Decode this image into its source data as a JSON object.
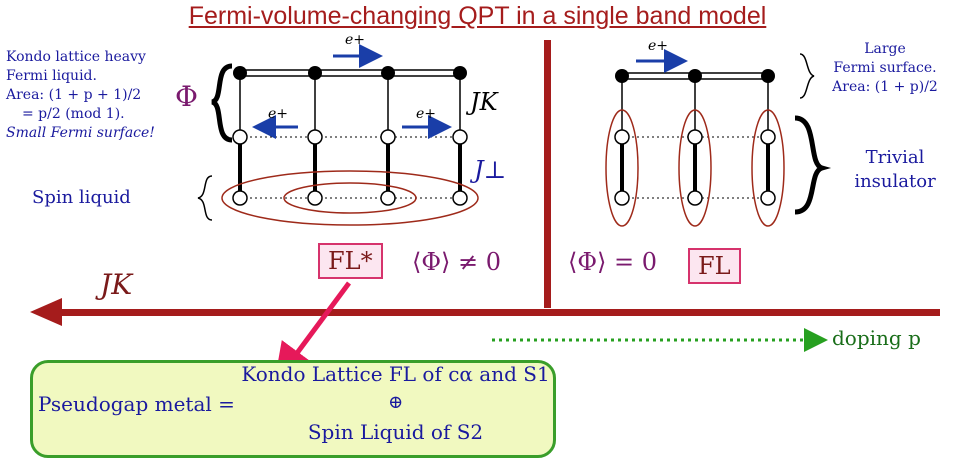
{
  "title": "Fermi-volume-changing QPT in a single band model",
  "left_panel": {
    "description": [
      "Kondo lattice heavy",
      "Fermi liquid.",
      "Area: (1 + p + 1)/2",
      "= p/2 (mod 1).",
      "Small Fermi surface!"
    ],
    "phi_label": "Φ",
    "e_plus_label": "e+",
    "jk_label": "JK",
    "jperp_label": "J⊥",
    "spin_liquid": "Spin liquid",
    "fl_star_box": "FL*",
    "phi_nonzero": "⟨Φ⟩ ≠ 0"
  },
  "right_panel": {
    "large_fs": [
      "Large",
      "Fermi surface.",
      "Area: (1 + p)/2"
    ],
    "trivial_insulator": [
      "Trivial",
      "insulator"
    ],
    "e_plus_label": "e+",
    "phi_zero": "⟨Φ⟩ = 0",
    "fl_box": "FL"
  },
  "axis": {
    "jk_axis_label": "JK",
    "doping_label": "doping p"
  },
  "pseudogap": {
    "lhs": "Pseudogap metal =",
    "line1": "Kondo Lattice FL of cα and S1",
    "oplus": "⊕",
    "line2": "Spin Liquid of S2"
  },
  "colors": {
    "title": "#a51c1c",
    "divider": "#a51c1c",
    "blue_text": "#1a1a9e",
    "purple_text": "#7a1a6e",
    "green_text": "#1a6e1a",
    "box_border": "#d6336c",
    "box_fill": "#fce6f0",
    "pseudogap_fill": "#f1f9c0",
    "pseudogap_border": "#3a9e2a"
  }
}
